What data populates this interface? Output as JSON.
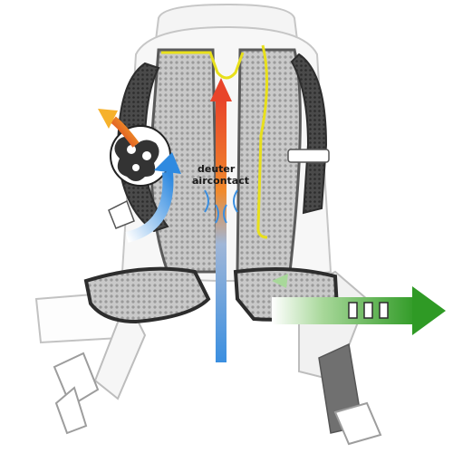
{
  "image": {
    "brand_logo": "deuter",
    "technology_label": "aircontact",
    "colors": {
      "shell_outline": "#c9c9c9",
      "mesh_dark": "#3b3b3b",
      "mesh_mid": "#8a8a8a",
      "mesh_light": "#d7d7d7",
      "yellow_piping": "#e8e01c",
      "warm_air": "#e8442a",
      "cool_air": "#3b8fe0",
      "adjust_arrow": "#3aa52e"
    },
    "icons": [
      "warm-air-out-arrow",
      "cool-air-in-arrow",
      "vertical-airflow-arrow",
      "foam-cross-section-magnifier",
      "hip-adjust-arrow",
      "ventilation-waves-icon"
    ]
  }
}
